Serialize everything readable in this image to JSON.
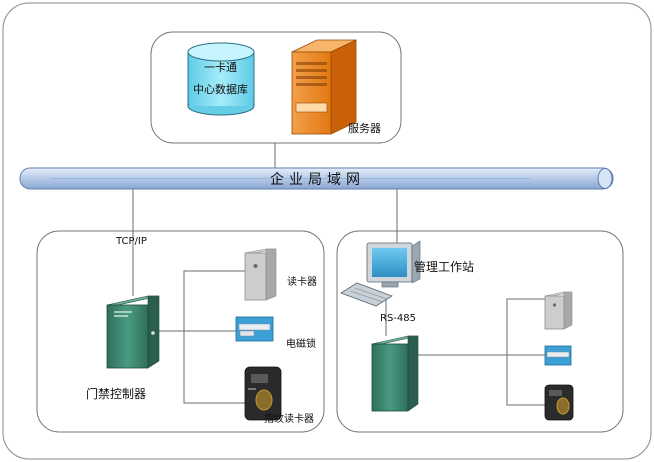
{
  "database": {
    "line1": "一卡通",
    "line2": "中心数据库"
  },
  "server": {
    "label": "服务器"
  },
  "network": {
    "label": "企业局域网"
  },
  "links": {
    "tcpip": "TCP/IP",
    "rs485": "RS-485"
  },
  "left_site": {
    "controller": "门禁控制器",
    "reader": "读卡器",
    "lock": "电磁锁",
    "fingerprint": "指纹读卡器"
  },
  "right_site": {
    "workstation": "管理工作站"
  },
  "colors": {
    "pipe": "#b9cdea",
    "pipe_edge": "#5f7fb0",
    "cabinet": "#3f8d77",
    "cabinet_dark": "#2f6f5c",
    "server_orange": "#f08a24",
    "db_cyan": "#8fdff3",
    "line": "#6e6e6e"
  }
}
